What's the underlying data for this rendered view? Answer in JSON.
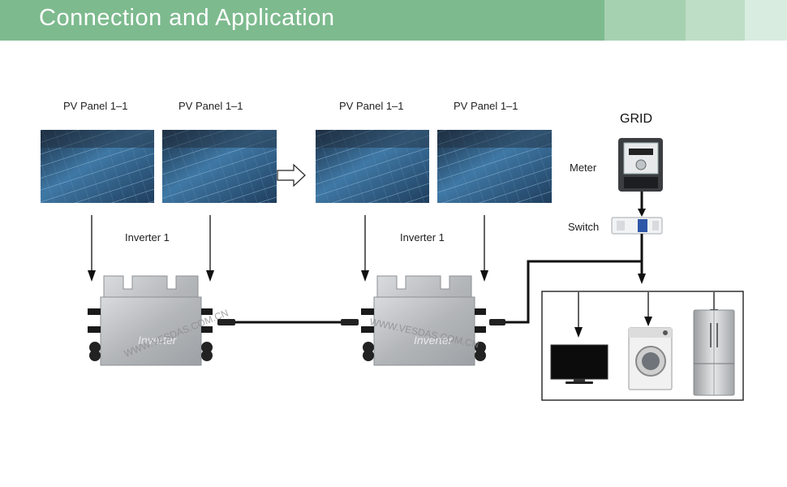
{
  "header": {
    "title": "Connection and Application"
  },
  "panels": {
    "labels": [
      "PV Panel 1–1",
      "PV Panel 1–1",
      "PV Panel 1–1",
      "PV Panel 1–1"
    ]
  },
  "inverters": {
    "labels": [
      "Inverter 1",
      "Inverter 1"
    ],
    "brand_text": "Inverter",
    "watermark": "WWW.VESDAS.COM.CN"
  },
  "grid": {
    "title": "GRID",
    "meter_label": "Meter",
    "switch_label": "Switch"
  },
  "colors": {
    "header": "#7dba8e",
    "line": "#111111",
    "inverter": "#b9bcbf",
    "panel": "#2f5f86"
  }
}
